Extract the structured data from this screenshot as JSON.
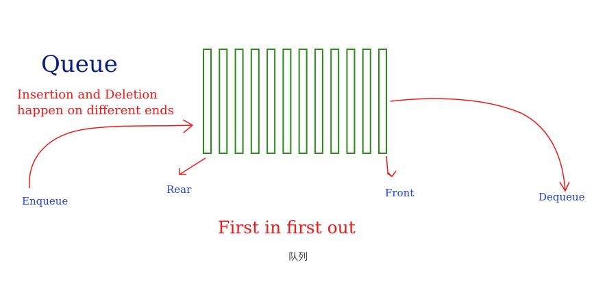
{
  "title": "Queue",
  "description": [
    "Insertion and Deletion",
    "happen on different ends"
  ],
  "labels": {
    "enqueue": "Enqueue",
    "rear": "Rear",
    "front": "Front",
    "dequeue": "Dequeue"
  },
  "motto": "First in first out",
  "caption": "队列",
  "queue_slots": 12,
  "colors": {
    "title": "#0a1f7a",
    "red": "#f01818",
    "blue": "#2040e0",
    "slot": "#2a8a1a"
  }
}
